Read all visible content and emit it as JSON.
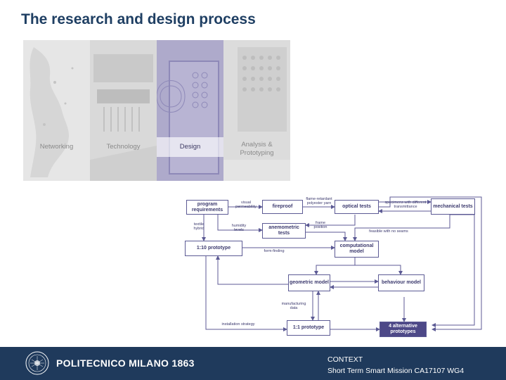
{
  "slide": {
    "title": "The research and design process"
  },
  "panels": [
    {
      "label": "Networking"
    },
    {
      "label": "Technology"
    },
    {
      "label": "Design"
    },
    {
      "label_line1": "Analysis &",
      "label_line2": "Prototyping"
    }
  ],
  "diagram": {
    "boxes": {
      "program_requirements": "program requirements",
      "fireproof": "fireproof",
      "optical_tests": "optical tests",
      "mechanical_tests": "mechanical tests",
      "anemometric_tests": "anemometric tests",
      "prototype_1_10": "1:10 prototype",
      "computational_model": "computational model",
      "geometric_model": "geometric model",
      "behaviour_model": "behaviour model",
      "prototype_1_1": "1:1 prototype",
      "alternative_prototypes": "4 alternative prototypes"
    },
    "edge_labels": {
      "visual_permeability": "visual permeability",
      "flame_retardant": "flame-retardant polyester yarn",
      "specimens": "specimens with different transmittance",
      "textile_hybrid": "textile hybrid",
      "humidity_levels": "humidity levels",
      "frame_position": "frame position",
      "feasible": "feasible with no seams",
      "form_finding": "form-finding",
      "manufacturing_data": "manufacturing data",
      "installation_strategy": "installation strategy"
    },
    "colors": {
      "line": "#5c5a94",
      "box_fill_dark": "#4d4887"
    }
  },
  "footer": {
    "brand": "POLITECNICO MILANO 1863",
    "context_line1": "CONTEXT",
    "context_line2": "Short Term Smart Mission CA17107 WG4",
    "background": "#1f3a5c"
  }
}
